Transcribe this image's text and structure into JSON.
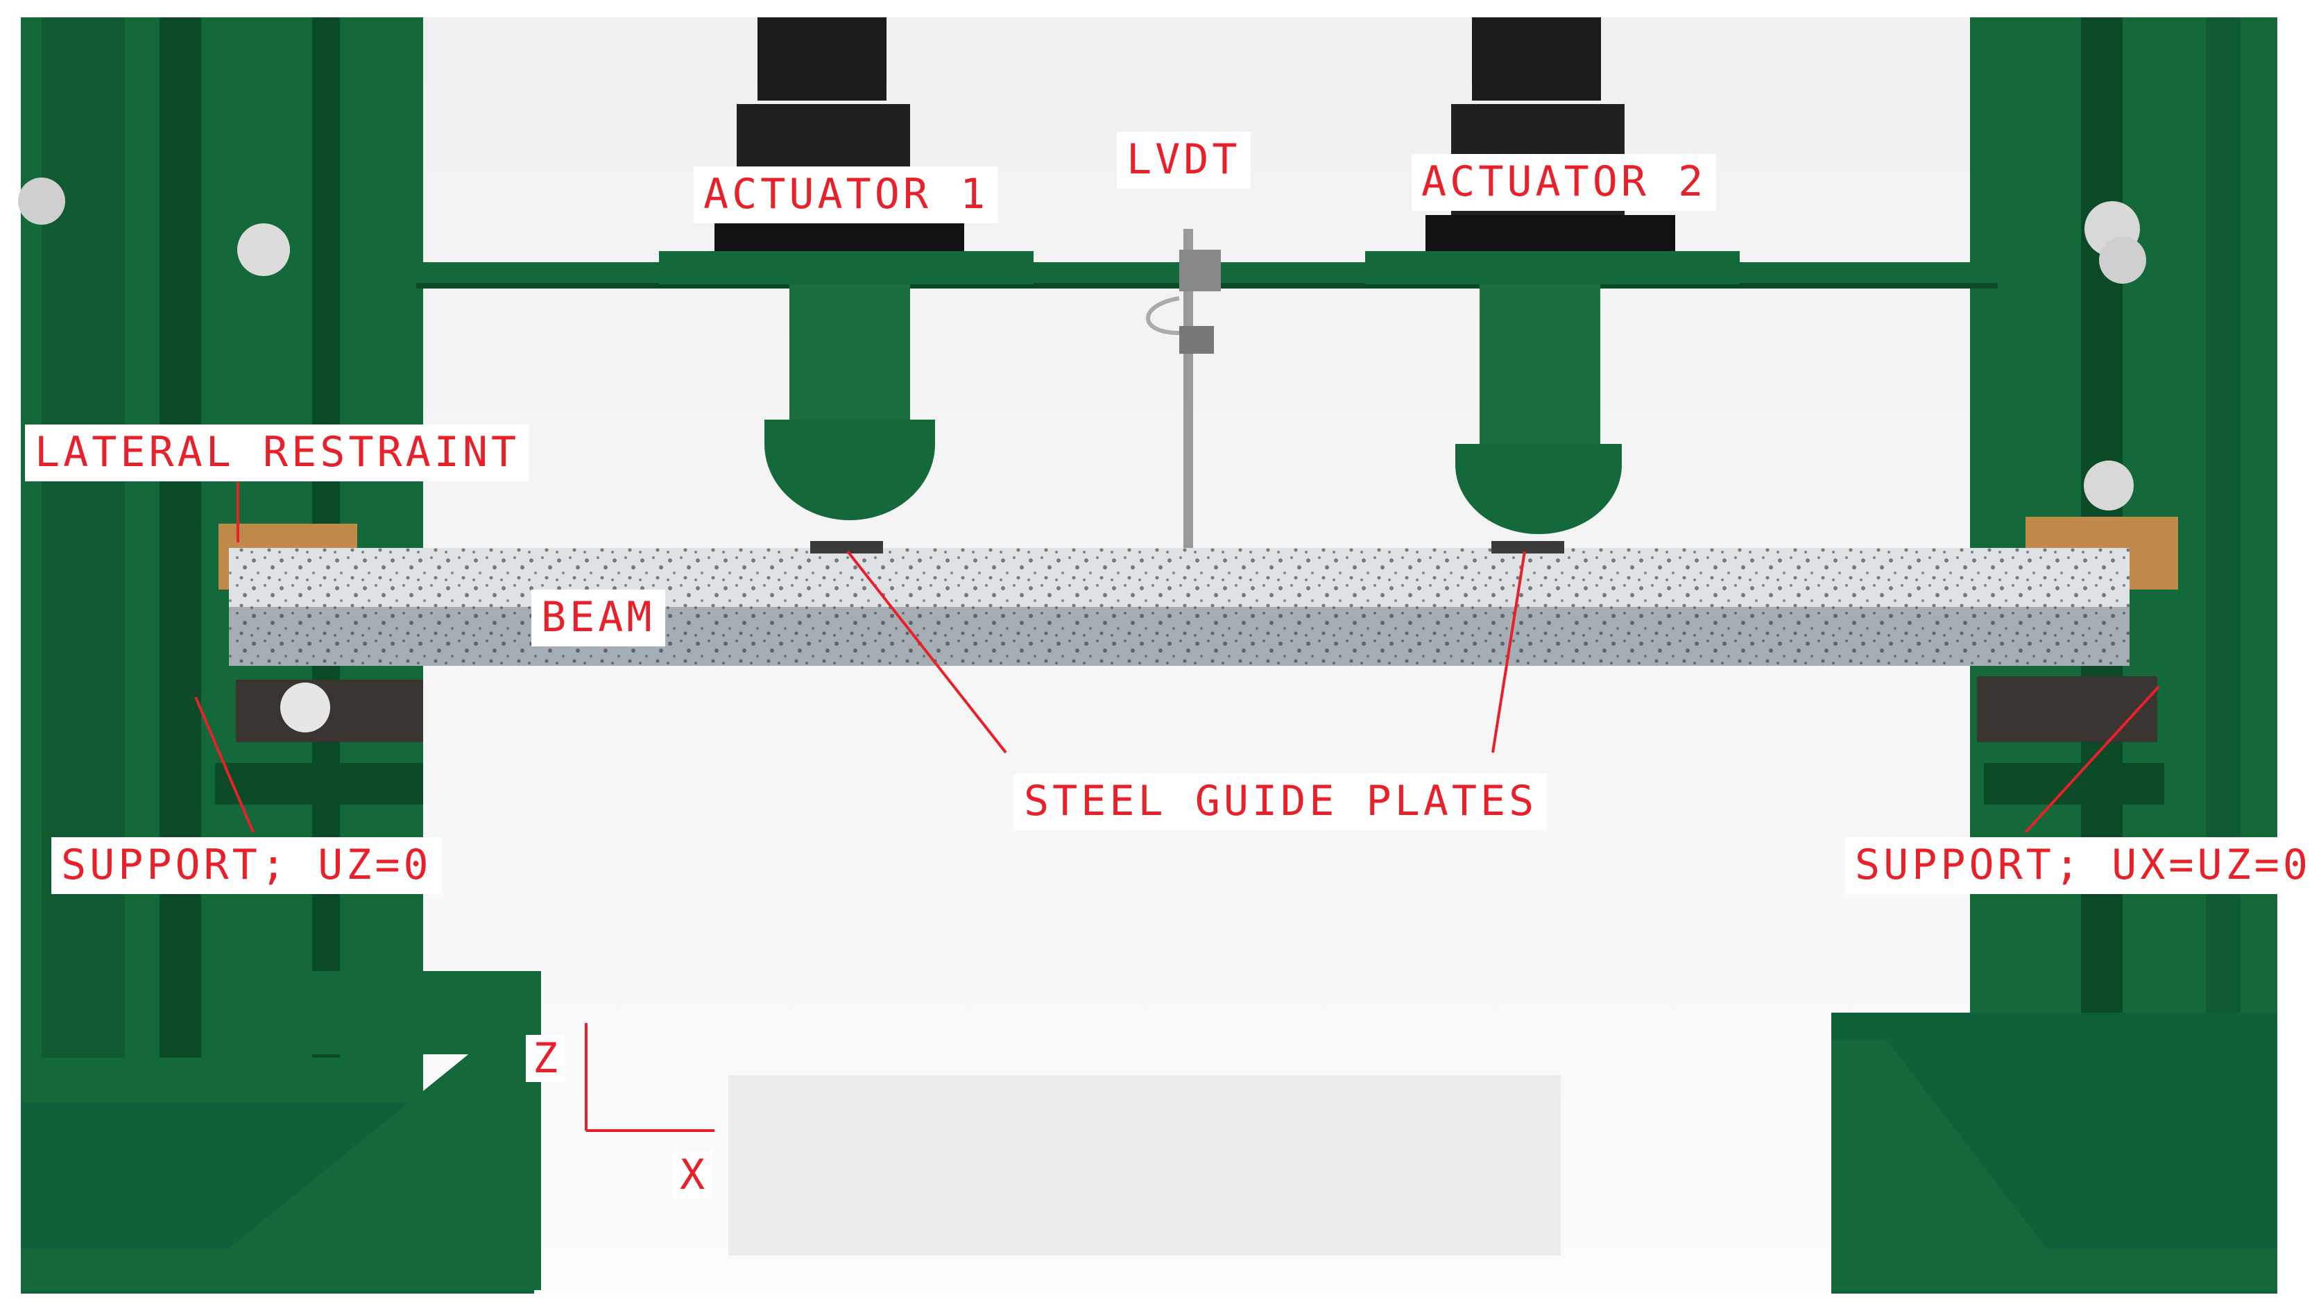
{
  "colors": {
    "annotation_red": "#e8202a",
    "frame_green": "#14693a",
    "frame_green_dark": "#0b4a27",
    "actuator_black": "#1b1b1b",
    "beam_grey": "#c9cdd1",
    "floor_white": "#f7f7f7"
  },
  "labels": {
    "actuator_1": "ACTUATOR 1",
    "actuator_2": "ACTUATOR 2",
    "lvdt": "LVDT",
    "lateral_restraint": "LATERAL RESTRAINT",
    "beam": "BEAM",
    "steel_guide_plates": "STEEL GUIDE PLATES",
    "support_left": "SUPPORT; UZ=0",
    "support_right": "SUPPORT; UX=UZ=0"
  },
  "axes": {
    "vertical": "Z",
    "horizontal": "X"
  }
}
